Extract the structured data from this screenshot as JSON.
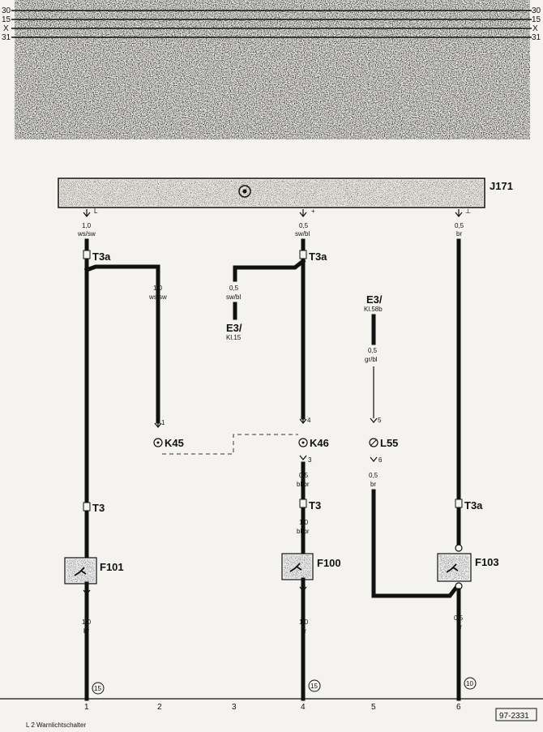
{
  "bus_labels": {
    "left": [
      "30",
      "15",
      "X",
      "31"
    ],
    "right": [
      "30",
      "15",
      "X",
      "31"
    ]
  },
  "relay": {
    "label": "J171"
  },
  "relay_pins": {
    "left": "L",
    "middle": "+",
    "right": "⊥"
  },
  "wires": {
    "w1_top": {
      "size": "1,0",
      "color": "ws/sw"
    },
    "w1_branch": {
      "size": "1,0",
      "color": "ws/sw"
    },
    "w1_bottom": {
      "size": "1,0",
      "color": "br"
    },
    "w4_top": {
      "size": "0,5",
      "color": "sw/bl"
    },
    "w4_branch": {
      "size": "0,5",
      "color": "sw/bl"
    },
    "w4_mid": {
      "size": "0,5",
      "color": "bl/br"
    },
    "w4_mid2": {
      "size": "1,0",
      "color": "bl/br"
    },
    "w4_bottom": {
      "size": "1,0",
      "color": "br"
    },
    "w5_top": {
      "size": "0,5",
      "color": "gr/bl"
    },
    "w5_mid": {
      "size": "0,5",
      "color": "br"
    },
    "w6_top": {
      "size": "0,5",
      "color": "br"
    },
    "w6_bottom": {
      "size": "0,5",
      "color": "br"
    }
  },
  "connectors": {
    "t3a_1": "T3a",
    "t3a_2": "T3a",
    "t3a_3": "T3a",
    "t3_1": "T3",
    "t3_2": "T3"
  },
  "terminals": {
    "e3_kl15": {
      "top": "E3/",
      "bottom": "Kl.15"
    },
    "e3_kl58b": {
      "top": "E3/",
      "bottom": "Kl.58b"
    }
  },
  "components": {
    "k45": {
      "label": "K45",
      "pin": "1"
    },
    "k46": {
      "label": "K46",
      "pin_top": "4",
      "pin_bottom": "3"
    },
    "l55": {
      "label": "L55",
      "pin_top": "5",
      "pin_bottom": "6"
    },
    "f101": {
      "label": "F101"
    },
    "f100": {
      "label": "F100"
    },
    "f103": {
      "label": "F103"
    }
  },
  "ground_points": {
    "g1": "15",
    "g4": "15",
    "g6": "10"
  },
  "column_numbers": [
    "1",
    "2",
    "3",
    "4",
    "5",
    "6"
  ],
  "footer": {
    "caption": "L 2      Warnlichtschalter",
    "ref": "97-2331"
  }
}
